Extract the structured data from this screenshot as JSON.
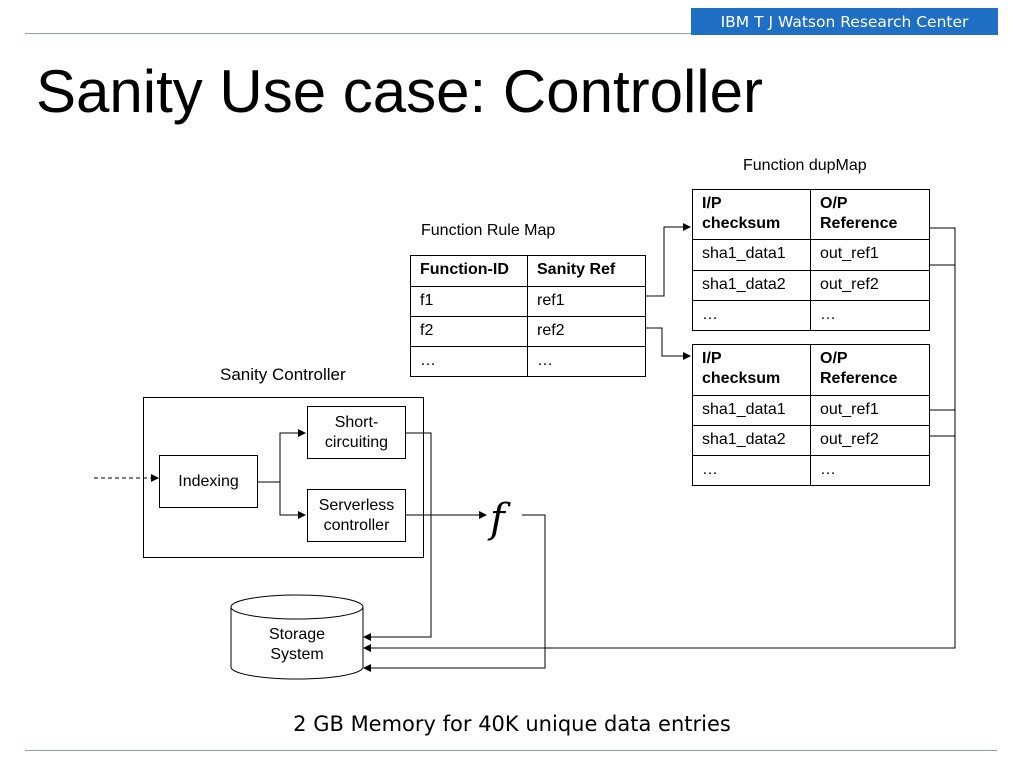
{
  "header": {
    "org_badge": "IBM T J Watson Research Center",
    "title": "Sanity Use case: Controller"
  },
  "rule_map": {
    "label": "Function Rule Map",
    "headers": [
      "Function-ID",
      "Sanity Ref"
    ],
    "rows": [
      [
        "f1",
        "ref1"
      ],
      [
        "f2",
        "ref2"
      ],
      [
        "…",
        "…"
      ]
    ]
  },
  "dupmap": {
    "label": "Function dupMap",
    "tables": [
      {
        "headers": [
          "I/P checksum",
          "O/P Reference"
        ],
        "rows": [
          [
            "sha1_data1",
            "out_ref1"
          ],
          [
            "sha1_data2",
            "out_ref2"
          ],
          [
            "…",
            "…"
          ]
        ]
      },
      {
        "headers": [
          "I/P checksum",
          "O/P Reference"
        ],
        "rows": [
          [
            "sha1_data1",
            "out_ref1"
          ],
          [
            "sha1_data2",
            "out_ref2"
          ],
          [
            "…",
            "…"
          ]
        ]
      }
    ]
  },
  "controller": {
    "label": "Sanity Controller",
    "indexing": "Indexing",
    "short_circuiting": "Short-circuiting",
    "serverless": "Serverless controller"
  },
  "function_symbol": "f",
  "storage": {
    "label": "Storage System"
  },
  "caption": "2 GB Memory for 40K unique data entries"
}
